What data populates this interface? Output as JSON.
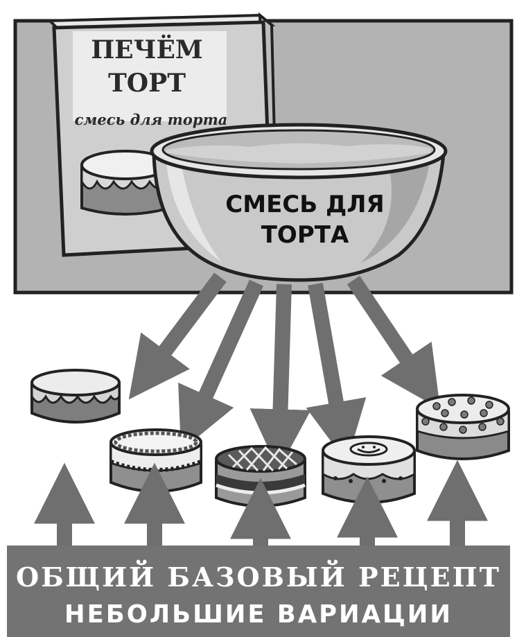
{
  "box": {
    "title_line1": "ПЕЧЁМ",
    "title_line2": "ТОРТ",
    "subtitle": "смесь для торта"
  },
  "bowl": {
    "label_line1": "СМЕСЬ ДЛЯ",
    "label_line2": "ТОРТА"
  },
  "banner": {
    "line1": "ОБЩИЙ БАЗОВЫЙ РЕЦЕПТ",
    "line2": "НЕБОЛЬШИЕ ВАРИАЦИИ"
  },
  "colors": {
    "background_panel": "#b3b3b3",
    "banner": "#737373",
    "arrows": "#6f6f6f",
    "outline": "#222222"
  }
}
